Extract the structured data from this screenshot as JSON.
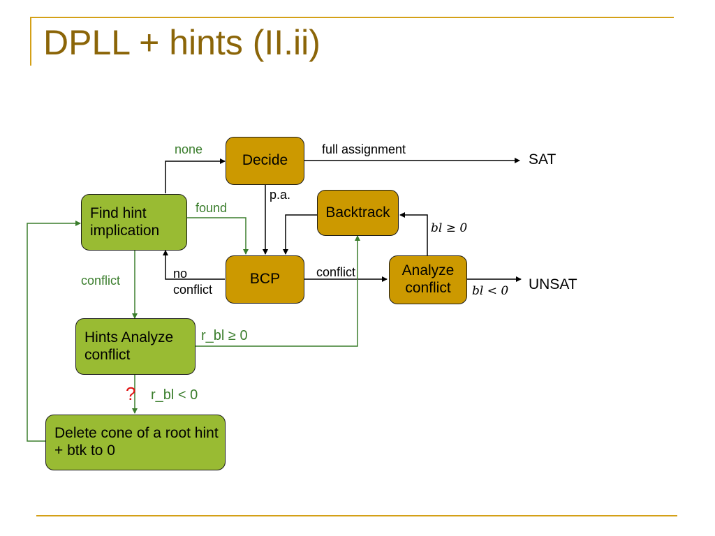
{
  "title": "DPLL + hints (II.ii)",
  "nodes": {
    "decide": "Decide",
    "bcp": "BCP",
    "backtrack": "Backtrack",
    "analyze_conflict": "Analyze conflict",
    "find_hint": "Find hint implication",
    "hints_analyze": "Hints Analyze conflict",
    "delete_cone": "Delete cone of a root hint + btk to 0"
  },
  "edge_labels": {
    "none": "none",
    "found": "found",
    "conflict_hint": "conflict",
    "no_conflict": "no conflict",
    "full_assignment": "full assignment",
    "pa": "p.a.",
    "conflict_bcp": "conflict",
    "bl_ge_0": "bl ≥ 0",
    "bl_lt_0": "bl < 0",
    "r_bl_ge_0": "r_bl ≥ 0",
    "r_bl_lt_0": "r_bl < 0",
    "question": "?"
  },
  "outcomes": {
    "sat": "SAT",
    "unsat": "UNSAT"
  },
  "colors": {
    "accent": "#D4A017",
    "title": "#8B6508",
    "gold_box": "#CC9900",
    "green_box": "#99BB33",
    "green_edge": "#3a7d2c",
    "question": "#e01010"
  }
}
